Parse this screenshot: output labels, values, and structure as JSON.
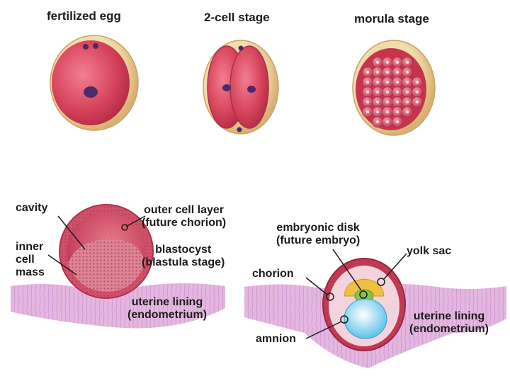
{
  "stages": {
    "fertilized_egg": "fertilized egg",
    "two_cell": "2-cell stage",
    "morula": "morula stage"
  },
  "blastocyst": {
    "cavity": "cavity",
    "inner_cell_mass": [
      "inner",
      "cell",
      "mass"
    ],
    "outer_cell_layer": [
      "outer cell layer",
      "(future chorion)"
    ],
    "blastocyst_label": [
      "blastocyst",
      "(blastula stage)"
    ],
    "uterine_lining": [
      "uterine lining",
      "(endometrium)"
    ]
  },
  "implanted": {
    "embryonic_disk": [
      "embryonic disk",
      "(future embryo)"
    ],
    "yolk_sac": "yolk sac",
    "chorion": "chorion",
    "amnion": "amnion",
    "uterine_lining": [
      "uterine lining",
      "(endometrium)"
    ]
  },
  "colors": {
    "cell_red": "#d9475e",
    "cell_dark": "#b52a44",
    "zona_tan": "#e8c98e",
    "nucleus": "#4a2a6a",
    "endometrium": "#d9a6d6",
    "yolk": "#f0c040",
    "disk": "#8bc34a",
    "amnion_fluid": "#8fd3ee"
  }
}
